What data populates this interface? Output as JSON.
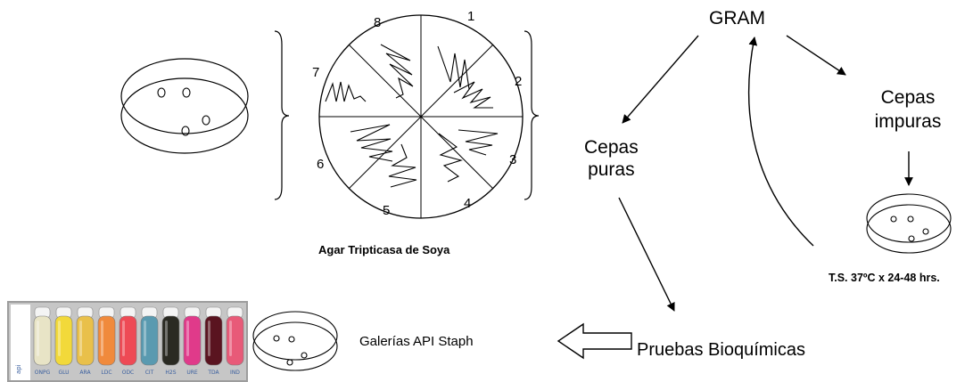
{
  "sectors": [
    "1",
    "2",
    "3",
    "4",
    "5",
    "6",
    "7",
    "8"
  ],
  "agar_label": "Agar Tripticasa de Soya",
  "gram": "GRAM",
  "cepas_puras": [
    "Cepas",
    "puras"
  ],
  "cepas_impuras": [
    "Cepas",
    "impuras"
  ],
  "ts_label": "T.S. 37ºC x 24-48 hrs.",
  "pruebas": "Pruebas Bioquímicas",
  "galerias": "Galerías API Staph",
  "tubes": [
    {
      "label": "ONPG",
      "color": "#e8e4c6"
    },
    {
      "label": "GLU",
      "color": "#f2d93a"
    },
    {
      "label": "ARA",
      "color": "#e9c04a"
    },
    {
      "label": "LDC",
      "color": "#f08a3c"
    },
    {
      "label": "ODC",
      "color": "#ee4a55"
    },
    {
      "label": "CIT",
      "color": "#5a9ab0"
    },
    {
      "label": "H2S",
      "color": "#2a2a22"
    },
    {
      "label": "URE",
      "color": "#e03a8a"
    },
    {
      "label": "TDA",
      "color": "#5a1420"
    },
    {
      "label": "IND",
      "color": "#e85a78"
    }
  ],
  "colors": {
    "stroke": "#000000",
    "frame": "#b4b4b4"
  }
}
